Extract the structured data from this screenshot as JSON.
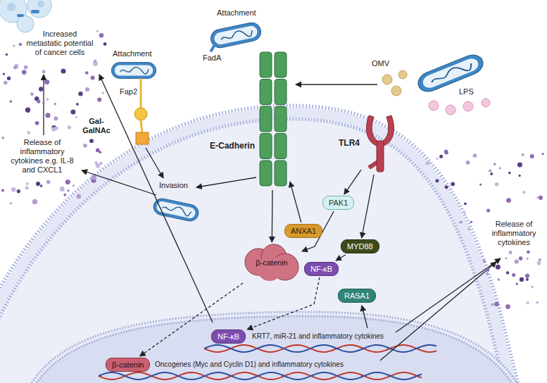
{
  "diagram": {
    "nodes": [
      {
        "text": [
          "E-Cadherin"
        ]
      },
      {
        "text": [
          "TLR4"
        ]
      },
      {
        "text": [
          "ANXA1"
        ]
      },
      {
        "text": [
          "β-catenin"
        ]
      },
      {
        "text": [
          "PAK1"
        ]
      },
      {
        "text": [
          "MYD88"
        ]
      },
      {
        "text": [
          "NF-κB"
        ]
      },
      {
        "text": [
          "RASA1"
        ]
      },
      {
        "text": [
          "NF-κB"
        ]
      },
      {
        "text": [
          "β-catenin"
        ]
      }
    ],
    "edges": [
      {
        "from": 2,
        "to": 0,
        "arrow": "to"
      },
      {
        "from": 0,
        "to": 3,
        "arrow": "to"
      },
      {
        "from": 1,
        "to": 4,
        "arrow": "to"
      },
      {
        "from": 4,
        "to": 3,
        "arrow": "to"
      },
      {
        "from": 1,
        "to": 5,
        "arrow": "to"
      },
      {
        "from": 5,
        "to": 6,
        "arrow": "to"
      },
      {
        "from": 6,
        "to": 8,
        "arrow": "to"
      },
      {
        "from": 3,
        "to": 9,
        "arrow": "to"
      }
    ],
    "labels": [
      "Increased metastatic potential of cancer cells",
      "Attachment",
      "FadA",
      "Attachment",
      "Fap2",
      "Gal-GalNAc",
      "Release of inflammatory cytokines e.g. IL-8 and CXCL1",
      "OMV",
      "LPS",
      "Invasion",
      "Release of inflammatory cytokines",
      "KRT7, miR-21 and inflammatory cytokines",
      "Oncogenes (Myc and Cyclin D1) and inflammatory cytokines"
    ]
  }
}
